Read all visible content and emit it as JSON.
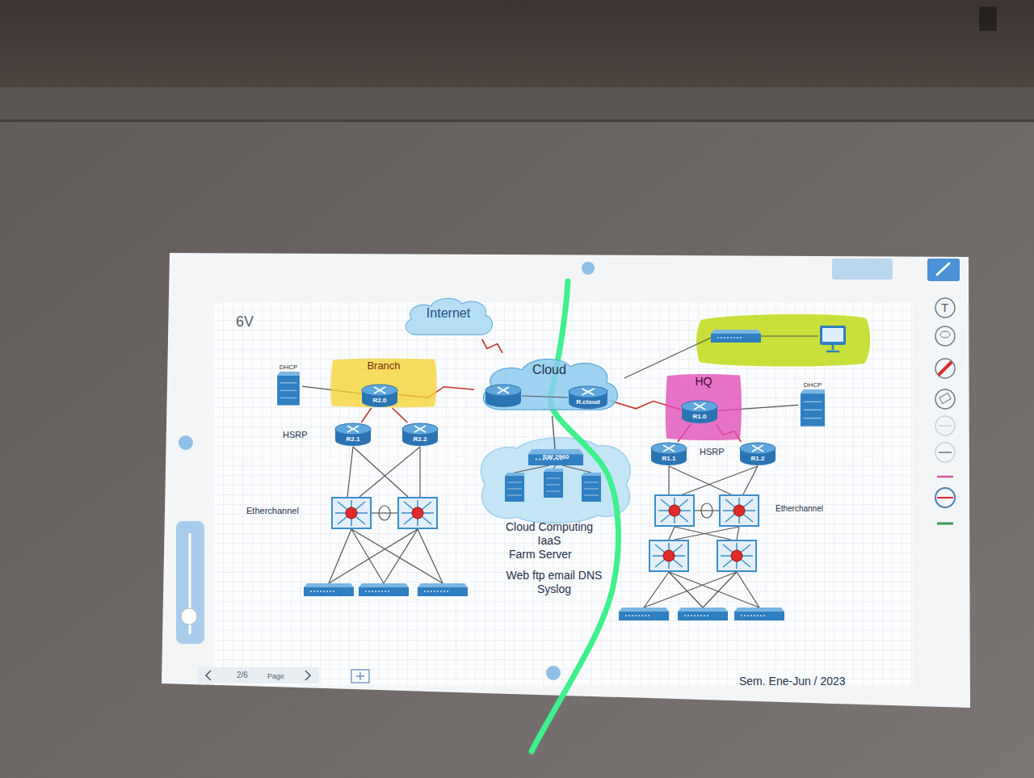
{
  "diagram": {
    "nodes": [
      {
        "text": [
          "Internet"
        ]
      },
      {
        "text": [
          "Branch"
        ]
      },
      {
        "text": [
          "R2.0"
        ],
        "in": 1
      },
      {
        "text": [
          "DHCP"
        ]
      },
      {
        "text": [
          "Cloud"
        ]
      },
      {
        "text": [
          "R.cloud"
        ],
        "in": 4
      },
      {
        "text": [
          "HQ"
        ]
      },
      {
        "text": [
          "R1.0"
        ],
        "in": 6
      },
      {
        "text": [
          "DHCP"
        ]
      },
      {
        "text": [
          "R2.1"
        ]
      },
      {
        "text": [
          "R2.2"
        ]
      },
      {
        "text": [
          "R1.1"
        ]
      },
      {
        "text": [
          "R1.2"
        ]
      },
      {
        "text": [
          "SW 2960"
        ]
      }
    ],
    "edges": [
      {
        "from": 0,
        "to": 4,
        "arrow": "none"
      },
      {
        "from": 2,
        "to": 4,
        "arrow": "none"
      },
      {
        "from": 5,
        "to": 7,
        "arrow": "none"
      },
      {
        "from": 3,
        "to": 2,
        "arrow": "none"
      },
      {
        "from": 8,
        "to": 7,
        "arrow": "none"
      },
      {
        "from": 2,
        "to": 9,
        "arrow": "none"
      },
      {
        "from": 2,
        "to": 10,
        "arrow": "none"
      },
      {
        "from": 7,
        "to": 11,
        "arrow": "none"
      },
      {
        "from": 7,
        "to": 12,
        "arrow": "none"
      },
      {
        "from": 4,
        "to": 13,
        "arrow": "none"
      }
    ],
    "labels": [
      "6V",
      "HSRP",
      "HSRP",
      "Etherchannel",
      "Etherchannel",
      "Cloud Computing IaaS",
      "Farm Server",
      "Web ftp email DNS Syslog",
      "Sem. Ene-Jun / 2023",
      "2/6",
      "Page",
      "T"
    ]
  }
}
